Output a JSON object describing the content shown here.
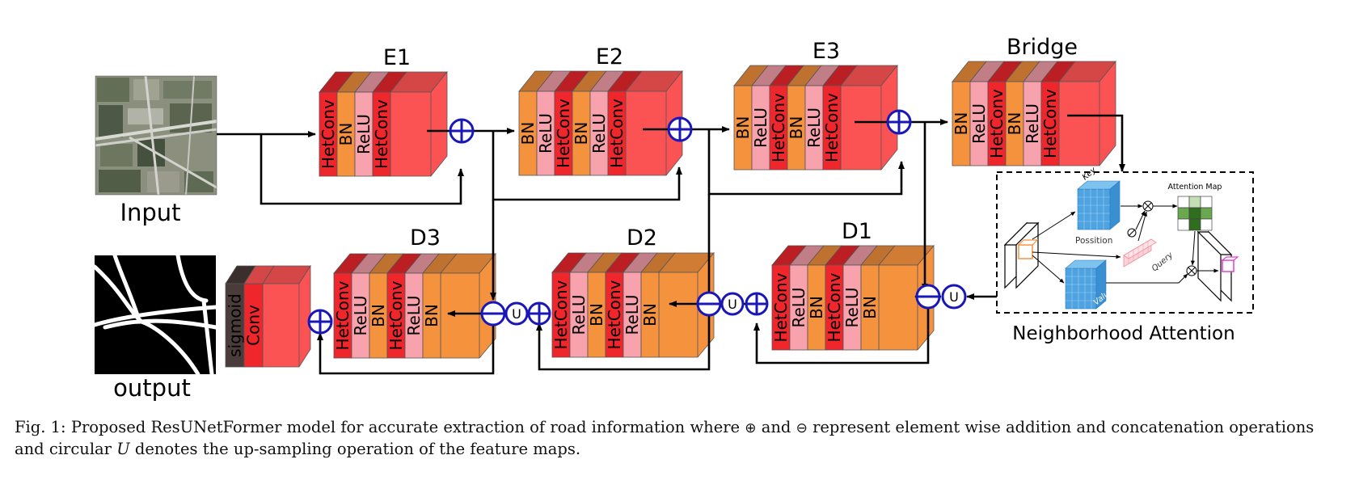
{
  "labels": {
    "input": "Input",
    "output": "output",
    "attention_title": "Neighborhood Attention"
  },
  "blocks": {
    "e1": {
      "title": "E1",
      "layers": [
        "HetConv",
        "BN",
        "ReLU",
        "HetConv"
      ]
    },
    "e2": {
      "title": "E2",
      "layers": [
        "BN",
        "ReLU",
        "HetConv",
        "BN",
        "ReLU",
        "HetConv"
      ]
    },
    "e3": {
      "title": "E3",
      "layers": [
        "BN",
        "ReLU",
        "HetConv",
        "BN",
        "ReLU",
        "HetConv"
      ]
    },
    "bridge": {
      "title": "Bridge",
      "layers": [
        "BN",
        "ReLU",
        "HetConv",
        "BN",
        "ReLU",
        "HetConv"
      ]
    },
    "d1": {
      "title": "D1",
      "layers": [
        "HetConv",
        "ReLU",
        "BN",
        "HetConv",
        "ReLU",
        "BN"
      ]
    },
    "d2": {
      "title": "D2",
      "layers": [
        "HetConv",
        "ReLU",
        "BN",
        "HetConv",
        "ReLU",
        "BN"
      ]
    },
    "d3": {
      "title": "D3",
      "layers": [
        "HetConv",
        "ReLU",
        "BN",
        "HetConv",
        "ReLU",
        "BN"
      ]
    },
    "out": {
      "layers": [
        "sigmoid",
        "Conv"
      ]
    }
  },
  "attention": {
    "key": "Key",
    "position": "Possition",
    "query": "Query",
    "value": "Value",
    "map": "Attention Map"
  },
  "ops": {
    "up": "U"
  },
  "caption": {
    "p1": "Fig. 1: Proposed ResUNetFormer model for accurate extraction of road information where ",
    "p2": " and ",
    "p3": " represent element wise addition and concatenation operations and circular ",
    "p4": " denotes the up-sampling operation of the feature maps.",
    "plus": "⊕",
    "minus": "⊖",
    "u": "U"
  },
  "colors": {
    "hetconv": "#f0262d",
    "bn": "#f5923e",
    "relu": "#f7a2ad",
    "conv": "#f0262d",
    "sigmoid": "#4a3c3a",
    "block_front": "#fb5354",
    "decoder_front": "#f5923e",
    "op_blue": "#1a17b8",
    "arrow": "#000000",
    "key_blue": "#4fa3e0",
    "green_dark": "#2f6d1f",
    "green_mid": "#6aa84f",
    "green_light": "#c4deb6"
  }
}
